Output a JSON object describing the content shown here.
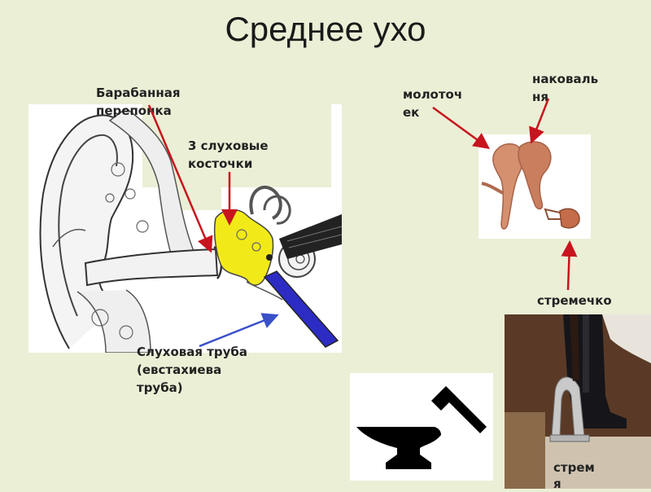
{
  "title": "Среднее ухо",
  "labels": {
    "eardrum": [
      "Барабанная",
      "перепонка"
    ],
    "ossicles": [
      "3 слуховые",
      "косточки"
    ],
    "malleus": [
      "молоточ",
      "ек"
    ],
    "incus": [
      "наковаль",
      "ня"
    ],
    "stapes_small": "стремечко",
    "tube": [
      "Слуховая труба",
      "(евстахиева",
      "труба)"
    ],
    "stirrup": [
      "стрем",
      "я"
    ]
  },
  "colors": {
    "background": "#ebefd6",
    "red_arrow": "#c8141e",
    "blue_arrow": "#3a50c8",
    "ossicles_fill": "#f2ea18",
    "tube_fill": "#2c2cc4"
  }
}
